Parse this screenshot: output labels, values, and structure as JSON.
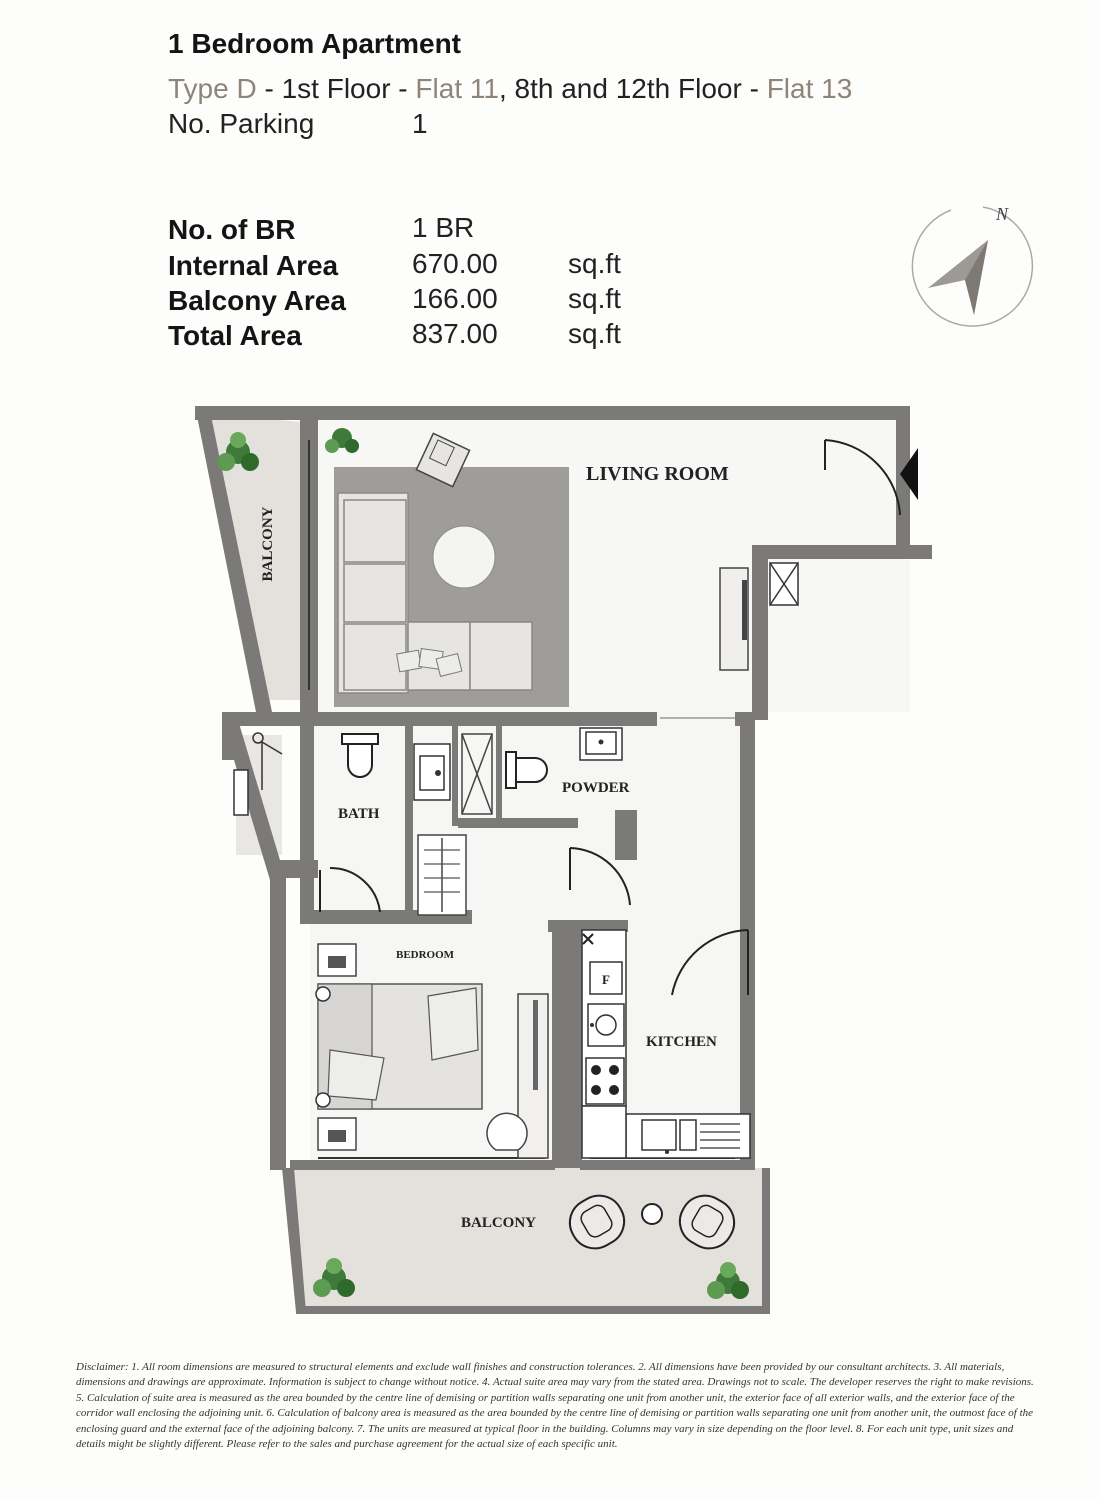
{
  "header": {
    "title": "1 Bedroom Apartment",
    "type_label": "Type D",
    "sep1": " - ",
    "floor_1": "1st Floor",
    "sep2": " - ",
    "flat_1": "Flat 11",
    "comma": ", ",
    "floor_2": "8th and 12th Floor",
    "sep3": " - ",
    "flat_2": "Flat 13",
    "parking_label": "No. Parking",
    "parking_value": "1"
  },
  "specs": [
    {
      "label": "No. of BR",
      "value": "1 BR",
      "unit": ""
    },
    {
      "label": "Internal Area",
      "value": "670.00",
      "unit": "sq.ft"
    },
    {
      "label": "Balcony Area",
      "value": "166.00",
      "unit": "sq.ft"
    },
    {
      "label": "Total Area",
      "value": "837.00",
      "unit": "sq.ft"
    }
  ],
  "compass": {
    "north": "N"
  },
  "plan": {
    "rooms": {
      "living_room": "LIVING ROOM",
      "balcony_side": "BALCONY",
      "bath": "BATH",
      "powder": "POWDER",
      "bedroom": "BEDROOM",
      "kitchen": "KITCHEN",
      "balcony_bottom": "BALCONY"
    },
    "fixtures": {
      "fridge": "F"
    },
    "colors": {
      "wall": "#7b7a78",
      "furniture": "#9f9d9a",
      "floor": "#f7f7f6",
      "balcony": "#e4e1dc",
      "plant": "#3f7a3a"
    }
  },
  "disclaimer": "Disclaimer: 1. All room dimensions are measured to structural elements and exclude wall finishes and construction tolerances. 2. All dimensions have been provided by our consultant architects. 3. All materials, dimensions and drawings are approximate. Information is subject to change without notice. 4. Actual suite area may vary from the stated area. Drawings not to scale. The developer reserves the right to make revisions. 5. Calculation of suite area is measured as the area bounded by the centre line of demising or partition walls separating one unit from another unit, the exterior face of all exterior walls, and the exterior face of the corridor wall enclosing the adjoining unit. 6. Calculation of balcony area is measured as the area bounded by the centre line of demising or partition walls separating one unit from another unit, the outmost face of the enclosing guard and the external face of the adjoining balcony. 7. The units are measured at typical floor in the building. Columns may vary in size depending on the floor level. 8. For each unit type, unit sizes and details might be slightly different. Please refer to the sales and purchase agreement for the actual size of each specific unit."
}
